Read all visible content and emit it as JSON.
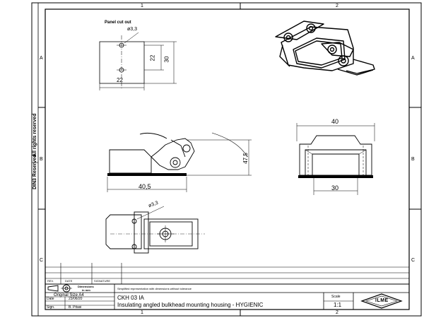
{
  "border": {
    "columns": [
      "1",
      "2"
    ],
    "rows": [
      "A",
      "B",
      "C"
    ]
  },
  "side_notes": [
    "DIN3 Reserved",
    "All rights reserved"
  ],
  "panel_cutout": {
    "title": "Panel cut out",
    "hole_dia": "ø3,3",
    "dim_22_v": "22",
    "dim_30_v": "30",
    "dim_22_h": "22"
  },
  "side_view": {
    "dim_47_5": "47,5",
    "dim_40_5": "40,5"
  },
  "front_view": {
    "dim_40": "40",
    "dim_30": "30"
  },
  "top_view": {
    "hole_dia": "ø3,3"
  },
  "title_block": {
    "rev_label": "REV.",
    "date_label": "DATE",
    "signature_label": "SIGNATURE",
    "dimensions_label": "Dimensions",
    "dimensions_unit": "in mm",
    "note": "Simplified representation with dimensions without tolerance",
    "original_size_label": "Original Size A4",
    "date_row_label": "Date",
    "date_value": "23/06/20",
    "sign_label": "Sign.",
    "sign_value": "B. Pitasi",
    "code": "CKH 03 IA",
    "description": "Insulating angled bulkhead mounting housing - HYGIENIC",
    "scale_label": "Scale",
    "scale_value": "1:1",
    "logo_text": "ILME"
  }
}
